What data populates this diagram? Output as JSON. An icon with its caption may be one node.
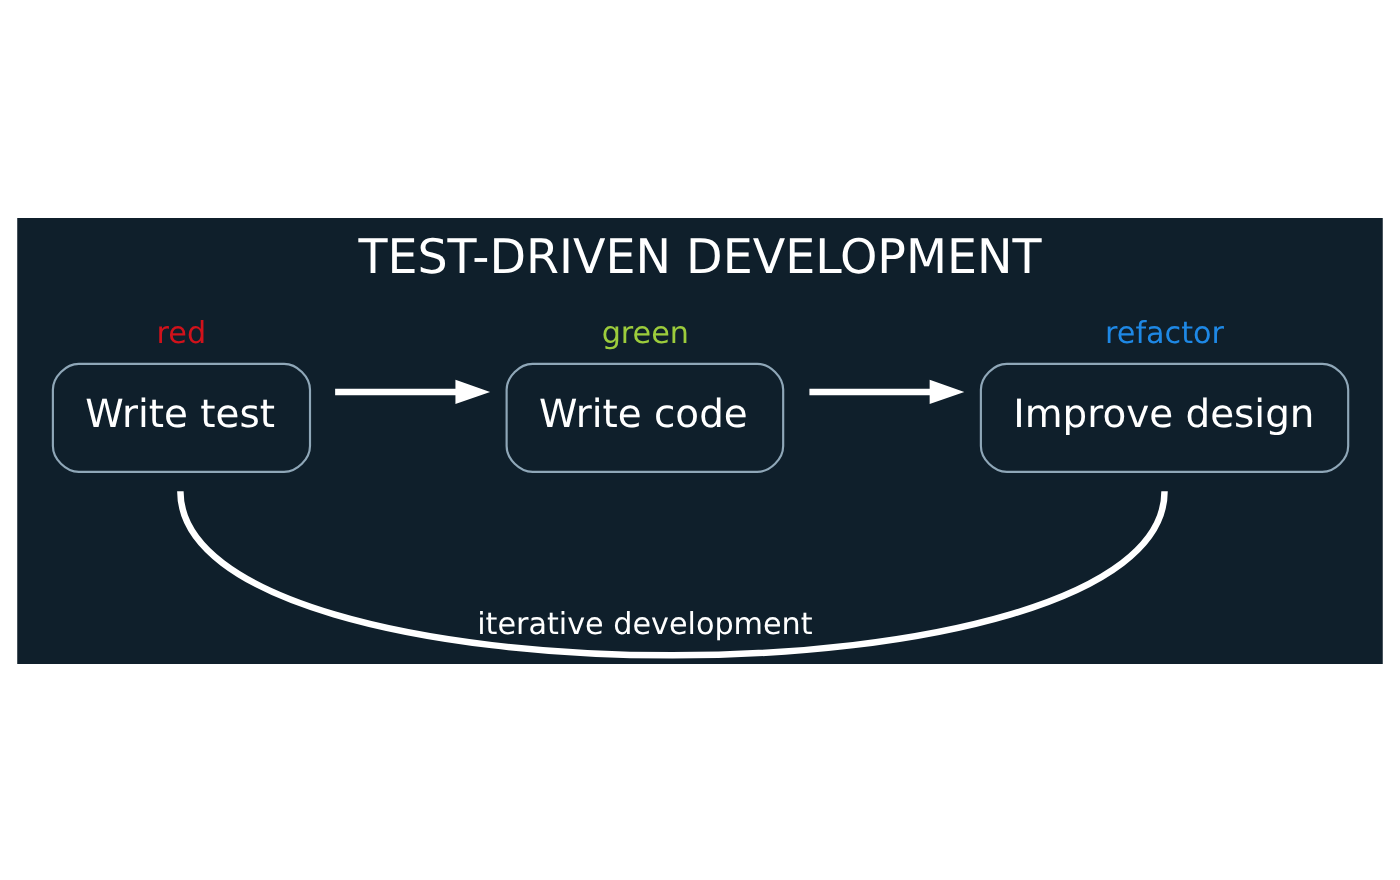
{
  "diagram": {
    "title": "TEST-DRIVEN DEVELOPMENT",
    "nodes": [
      {
        "text": [
          "Write test"
        ],
        "beside": [
          "red"
        ]
      },
      {
        "text": [
          "Write code"
        ],
        "beside": [
          "green"
        ]
      },
      {
        "text": [
          "Improve design"
        ],
        "beside": [
          "refactor"
        ]
      }
    ],
    "edges": [
      {
        "from": 0,
        "to": 1,
        "arrow": "to"
      },
      {
        "from": 1,
        "to": 2,
        "arrow": "to"
      },
      {
        "from": 2,
        "to": 0,
        "arrow": "none",
        "label": "iterative development"
      }
    ]
  }
}
